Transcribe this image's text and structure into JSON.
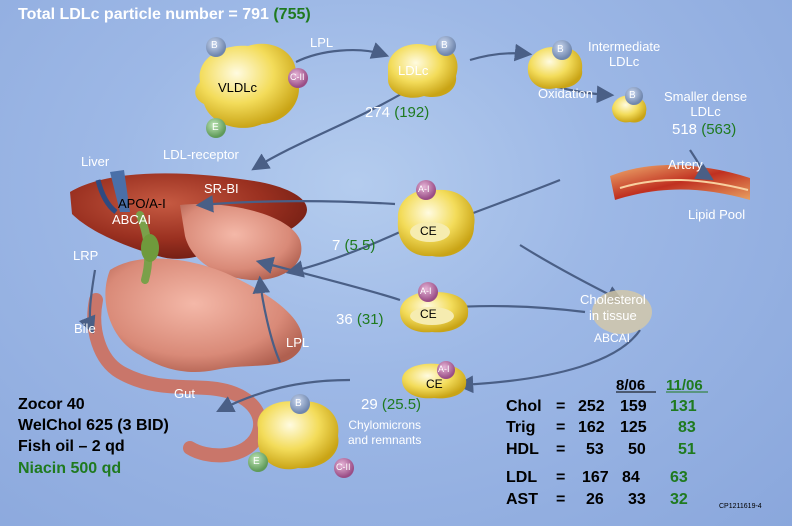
{
  "title": {
    "main": "Total LDLc particle number = ",
    "value": "791",
    "prev": "(755)"
  },
  "labels": {
    "lpl_top": "LPL",
    "intermediate_ldlc": "Intermediate\nLDLc",
    "ldlc": "LDLc",
    "vldlc": "VLDLc",
    "oxidation": "Oxidation",
    "smaller_dense_ldlc": "Smaller dense\nLDLc",
    "ldlc_count": "274",
    "ldlc_count_prev": "(192)",
    "sd_count": "518",
    "sd_count_prev": "(563)",
    "liver": "Liver",
    "ldl_receptor": "LDL-receptor",
    "artery": "Artery",
    "sr_bi": "SR-BI",
    "apo_a1": "APO/A-I",
    "abcai_left": "ABCAI",
    "lipid_pool": "Lipid Pool",
    "hdl_count1": "7",
    "hdl_count1_prev": "(5.5)",
    "lrp": "LRP",
    "cholesterol_tissue": "Cholesterol\nin tissue",
    "abcai_right": "ABCAI",
    "hdl_count2": "36",
    "hdl_count2_prev": "(31)",
    "bile": "Bile",
    "lpl_bottom": "LPL",
    "gut": "Gut",
    "hdl_count3": "29",
    "hdl_count3_prev": "(25.5)",
    "chylomicrons": "Chylomicrons\nand remnants",
    "footer_code": "CP1211619-4"
  },
  "particle_letters": {
    "b": "B",
    "cii": "C-II",
    "e": "E",
    "ai": "A-I",
    "ce": "CE"
  },
  "meds": [
    "Zocor 40",
    "WelChol 625 (3 BID)",
    "Fish oil – 2 qd",
    "Niacin 500 qd"
  ],
  "labs": {
    "headers": [
      "8/06",
      "11/06"
    ],
    "rows": [
      {
        "name": "Chol",
        "eq": "=",
        "v1": "252",
        "v2": "159",
        "v3": "131"
      },
      {
        "name": "Trig",
        "eq": "=",
        "v1": "162",
        "v2": "125",
        "v3": "83"
      },
      {
        "name": "HDL",
        "eq": "=",
        "v1": "53",
        "v2": "50",
        "v3": "51"
      },
      {
        "name": "LDL",
        "eq": "=",
        "v1": "167",
        "v2": "84",
        "v3": "63"
      },
      {
        "name": "AST",
        "eq": "=",
        "v1": "26",
        "v2": "33",
        "v3": "32"
      }
    ]
  },
  "colors": {
    "green": "#1f7a1f",
    "particle": "#f3d84a",
    "bg": "#9db8e6"
  }
}
